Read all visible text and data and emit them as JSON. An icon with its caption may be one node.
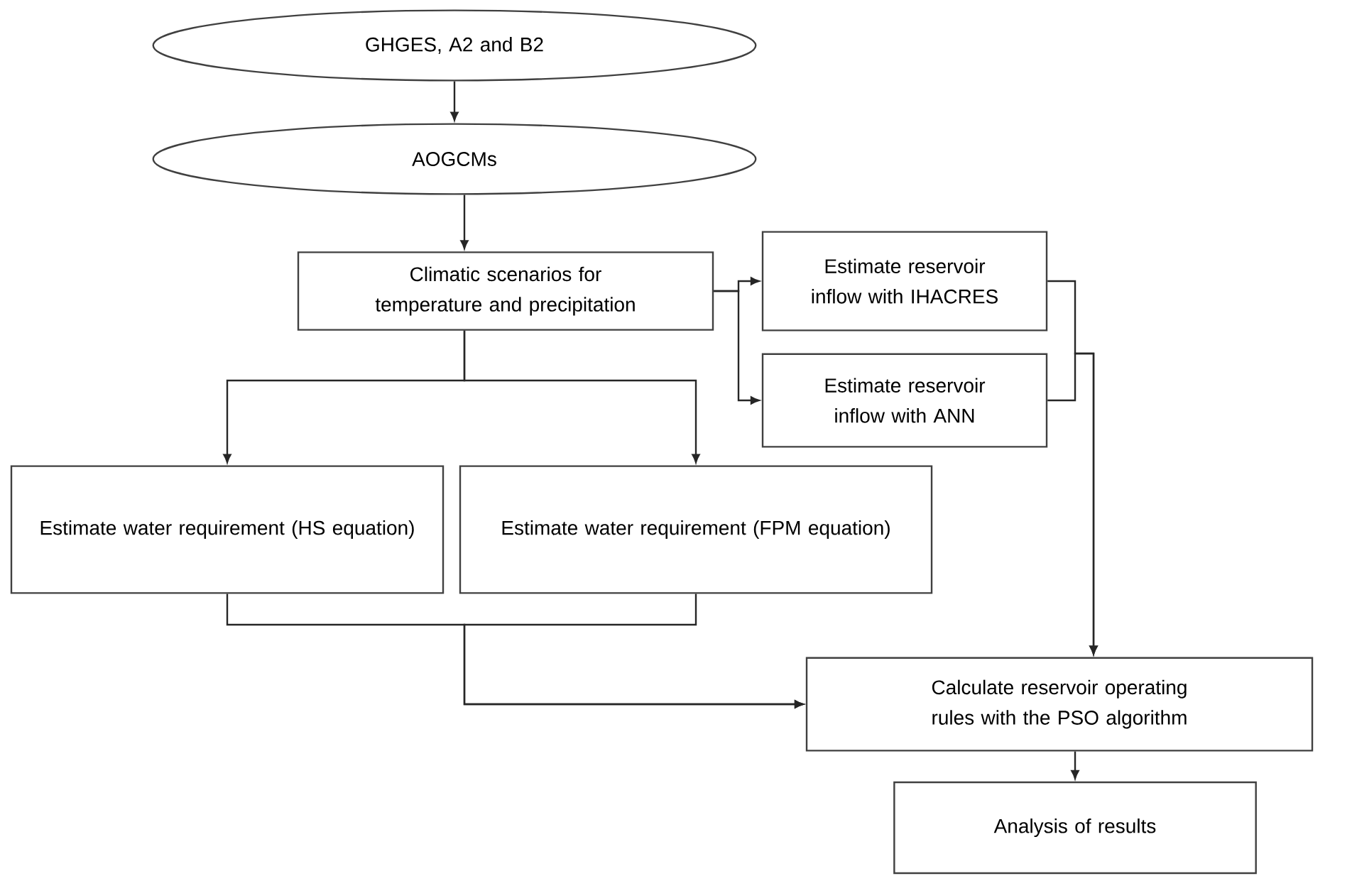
{
  "diagram": {
    "nodes": [
      {
        "text": [
          "GHGES, A2 and B2"
        ]
      },
      {
        "text": [
          "AOGCMs"
        ]
      },
      {
        "text": [
          "Climatic scenarios for temperature and precipitation"
        ]
      },
      {
        "text": [
          "Estimate reservoir inflow with IHACRES"
        ]
      },
      {
        "text": [
          "Estimate reservoir inflow with ANN"
        ]
      },
      {
        "text": [
          "Estimate water requirement (HS equation)"
        ]
      },
      {
        "text": [
          "Estimate water requirement (FPM equation)"
        ]
      },
      {
        "text": [
          "Calculate reservoir operating rules with the PSO algorithm"
        ]
      },
      {
        "text": [
          "Analysis of results"
        ]
      }
    ],
    "edges": [
      {
        "from": 0,
        "to": 1,
        "arrow": "to"
      },
      {
        "from": 1,
        "to": 2,
        "arrow": "to"
      },
      {
        "from": 2,
        "to": 3,
        "arrow": "to"
      },
      {
        "from": 2,
        "to": 4,
        "arrow": "to"
      },
      {
        "from": 2,
        "to": 5,
        "arrow": "to"
      },
      {
        "from": 2,
        "to": 6,
        "arrow": "to"
      },
      {
        "from": 3,
        "to": 7,
        "arrow": "to"
      },
      {
        "from": 4,
        "to": 7,
        "arrow": "to"
      },
      {
        "from": 5,
        "to": 7,
        "arrow": "to"
      },
      {
        "from": 6,
        "to": 7,
        "arrow": "to"
      },
      {
        "from": 7,
        "to": 8,
        "arrow": "to"
      }
    ]
  }
}
